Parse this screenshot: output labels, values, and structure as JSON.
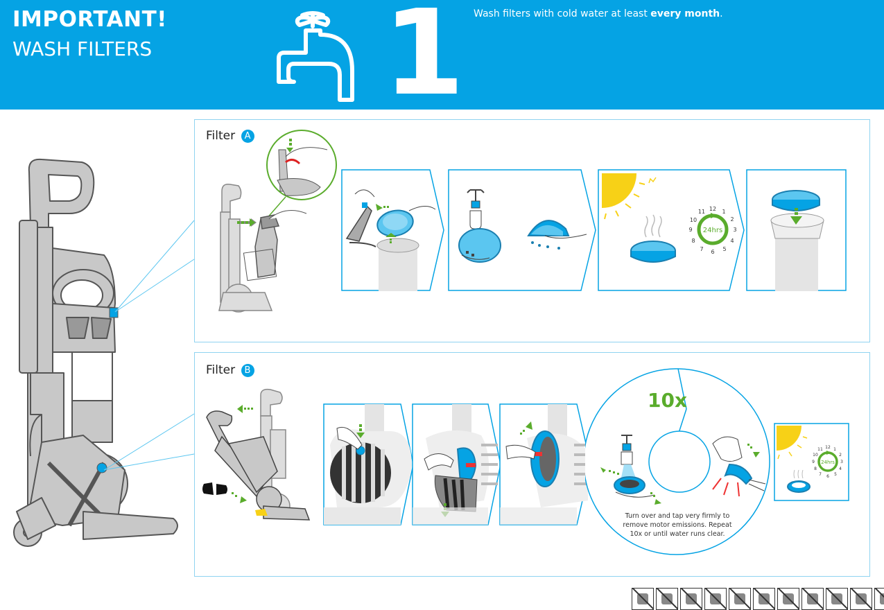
{
  "header": {
    "title": "IMPORTANT!",
    "subtitle": "WASH FILTERS",
    "step_number": "1",
    "instruction_prefix": "Wash filters with cold water at least ",
    "instruction_bold": "every month",
    "instruction_suffix": "."
  },
  "filter_a": {
    "label": "Filter",
    "badge": "A",
    "clock": {
      "numbers": [
        "12",
        "1",
        "2",
        "3",
        "4",
        "5",
        "6",
        "7",
        "8",
        "9",
        "10",
        "11"
      ],
      "duration": "24hrs"
    }
  },
  "filter_b": {
    "label": "Filter",
    "badge": "B",
    "repeat_label": "10x",
    "caption": "Turn over and tap very firmly to remove motor emissions. Repeat 10x or until water runs clear.",
    "clock": {
      "numbers": [
        "12",
        "1",
        "2",
        "3",
        "4",
        "5",
        "6",
        "7",
        "8",
        "9",
        "10",
        "11"
      ],
      "duration": "24hrs"
    }
  },
  "warning_icons": [
    "no-dishwasher-icon",
    "no-washing-machine-icon",
    "no-tumble-dryer-icon",
    "no-oven-icon",
    "no-microwave-icon",
    "no-washer-icon",
    "no-drying-cabinet-icon",
    "no-radiator-icon",
    "no-hairdryer-icon",
    "no-open-flame-icon",
    "no-detergent-icon"
  ],
  "colors": {
    "brand_blue": "#05a3e4",
    "arrow_green": "#5aac2c",
    "sun_yellow": "#f7d117",
    "machine_grey": "#c8c8c8"
  }
}
